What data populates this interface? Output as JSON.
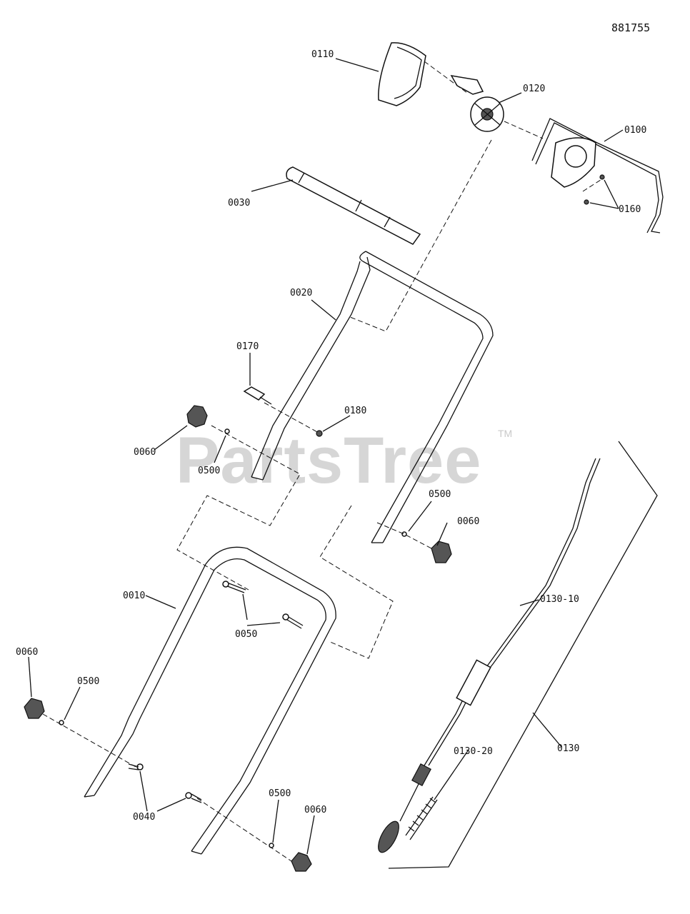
{
  "diagram": {
    "id": "881755",
    "watermark": "PartsTree",
    "watermark_mark": "TM"
  },
  "labels": {
    "p0110": "0110",
    "p0120": "0120",
    "p0100": "0100",
    "p0160": "0160",
    "p0030": "0030",
    "p0020": "0020",
    "p0170": "0170",
    "p0180": "0180",
    "p0060_a": "0060",
    "p0500_a": "0500",
    "p0500_b": "0500",
    "p0060_b": "0060",
    "p0010": "0010",
    "p0050": "0050",
    "p0130_10": "0130-10",
    "p0060_c": "0060",
    "p0500_c": "0500",
    "p0130": "0130",
    "p0130_20": "0130-20",
    "p0040": "0040",
    "p0500_d": "0500",
    "p0060_d": "0060"
  }
}
